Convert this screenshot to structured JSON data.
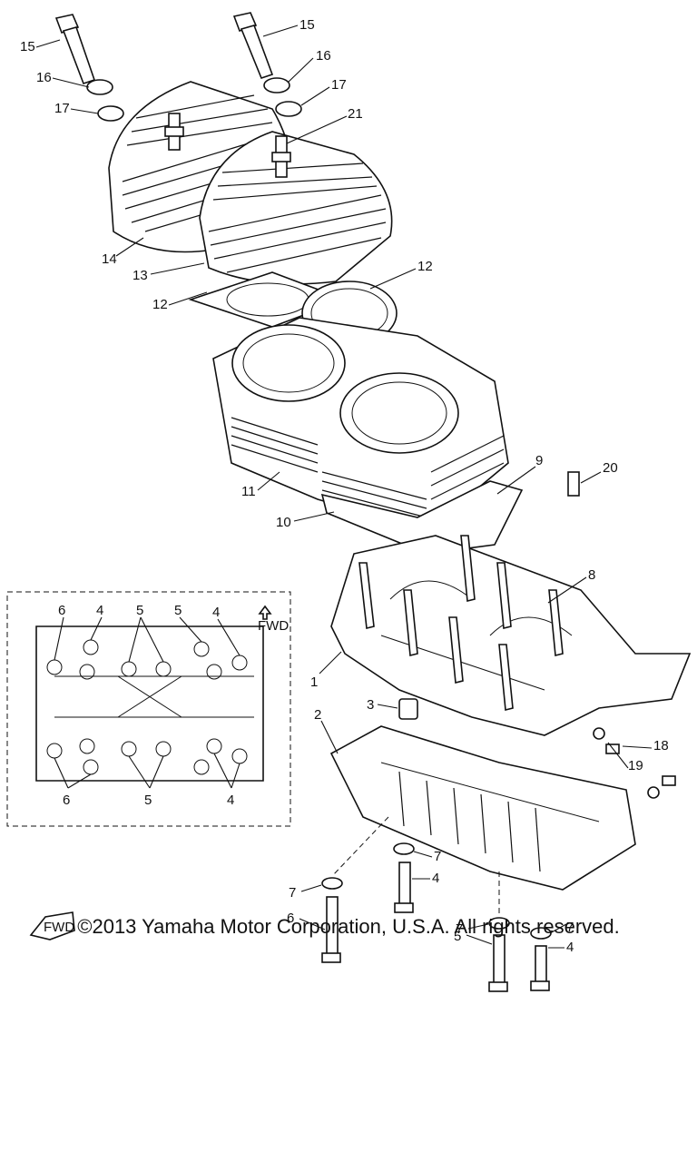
{
  "callouts": {
    "c1": "1",
    "c2": "2",
    "c3": "3",
    "c4": "4",
    "c5": "5",
    "c6": "6",
    "c7": "7",
    "c8": "8",
    "c9": "9",
    "c10": "10",
    "c11": "11",
    "c12": "12",
    "c13": "13",
    "c14": "14",
    "c15": "15",
    "c16": "16",
    "c17": "17",
    "c18": "18",
    "c19": "19",
    "c20": "20",
    "c21": "21"
  },
  "inset": {
    "fwd_label": "FWD"
  },
  "fwd_arrow_label": "FWD",
  "copyright": "©2013 Yamaha Motor Corporation, U.S.A. All rights reserved."
}
